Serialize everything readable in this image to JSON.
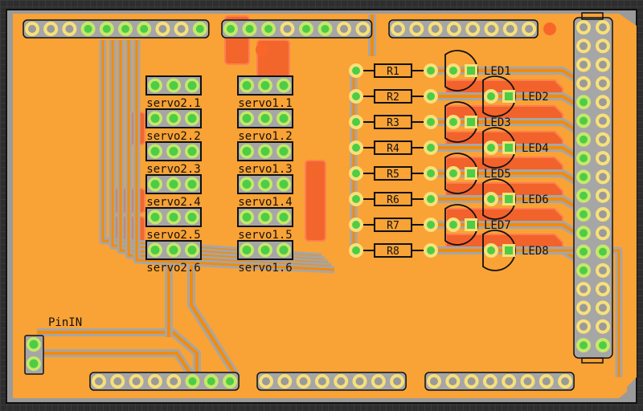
{
  "view": "PCB layout",
  "colors": {
    "board": "#f9a235",
    "copper_top": "#f58a07",
    "ground_fill": "#a6a6a6",
    "copper_bottom_pour": "#f25c2a",
    "pad_ring": "#f7e07a",
    "pad_connected": "#4ccd45",
    "pad_hole": "#9a9a9a",
    "silkscreen": "#111111"
  },
  "board_labels": {
    "pin_in": "PinIN"
  },
  "servo_headers": {
    "left": [
      "servo2.1",
      "servo2.2",
      "servo2.3",
      "servo2.4",
      "servo2.5",
      "servo2.6"
    ],
    "right": [
      "servo1.1",
      "servo1.2",
      "servo1.3",
      "servo1.4",
      "servo1.5",
      "servo1.6"
    ]
  },
  "resistors": [
    "R1",
    "R2",
    "R3",
    "R4",
    "R5",
    "R6",
    "R7",
    "R8"
  ],
  "leds": [
    "LED1",
    "LED2",
    "LED3",
    "LED4",
    "LED5",
    "LED6",
    "LED7",
    "LED8"
  ],
  "headers": {
    "top_left": {
      "pins": 10,
      "connected": [
        false,
        false,
        false,
        true,
        true,
        true,
        true,
        false,
        false,
        true
      ]
    },
    "top_mid": {
      "pins": 8,
      "connected": [
        true,
        true,
        true,
        false,
        true,
        true,
        false,
        false
      ]
    },
    "top_right": {
      "pins": 8,
      "connected": [
        false,
        false,
        false,
        false,
        false,
        false,
        false,
        false
      ]
    },
    "bottom_left": {
      "pins": 8,
      "connected": [
        false,
        false,
        false,
        false,
        false,
        true,
        true,
        true
      ]
    },
    "bottom_mid": {
      "pins": 8,
      "connected": [
        false,
        false,
        false,
        false,
        false,
        false,
        false,
        false
      ]
    },
    "bottom_right": {
      "pins": 8,
      "connected": [
        false,
        false,
        false,
        false,
        false,
        false,
        false,
        false
      ]
    },
    "double_row": {
      "rows": 18,
      "left_connected": [
        false,
        false,
        false,
        false,
        true,
        true,
        true,
        true,
        true,
        true,
        true,
        true,
        true,
        true,
        false,
        false,
        false,
        true
      ],
      "right_connected": [
        false,
        false,
        false,
        false,
        false,
        false,
        false,
        false,
        false,
        false,
        false,
        false,
        true,
        false,
        false,
        false,
        false,
        true
      ]
    }
  }
}
